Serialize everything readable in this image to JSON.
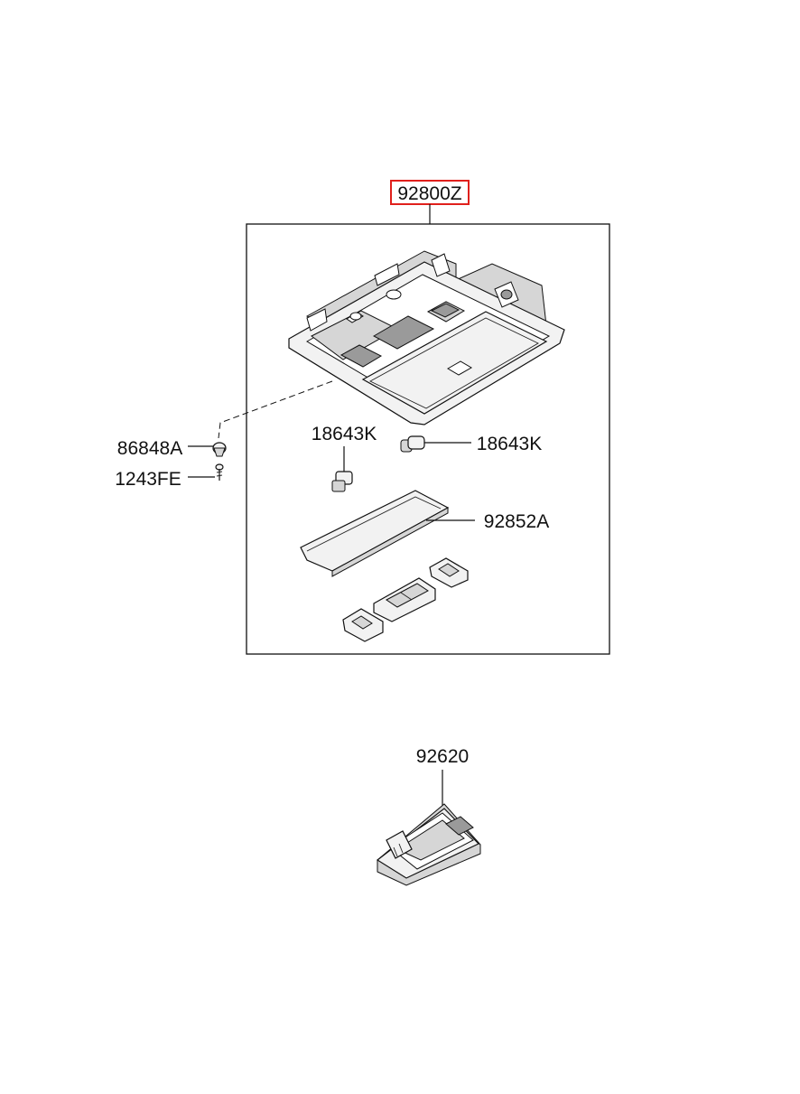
{
  "parts": {
    "assembly": "92800Z",
    "clip": "86848A",
    "screw": "1243FE",
    "bulb_left": "18643K",
    "bulb_right": "18643K",
    "lens": "92852A",
    "room_lamp": "92620"
  },
  "colors": {
    "highlight_box": "#e0201c",
    "line": "#111111",
    "part_fill": "#f2f2f2",
    "part_shade": "#d6d6d6"
  }
}
